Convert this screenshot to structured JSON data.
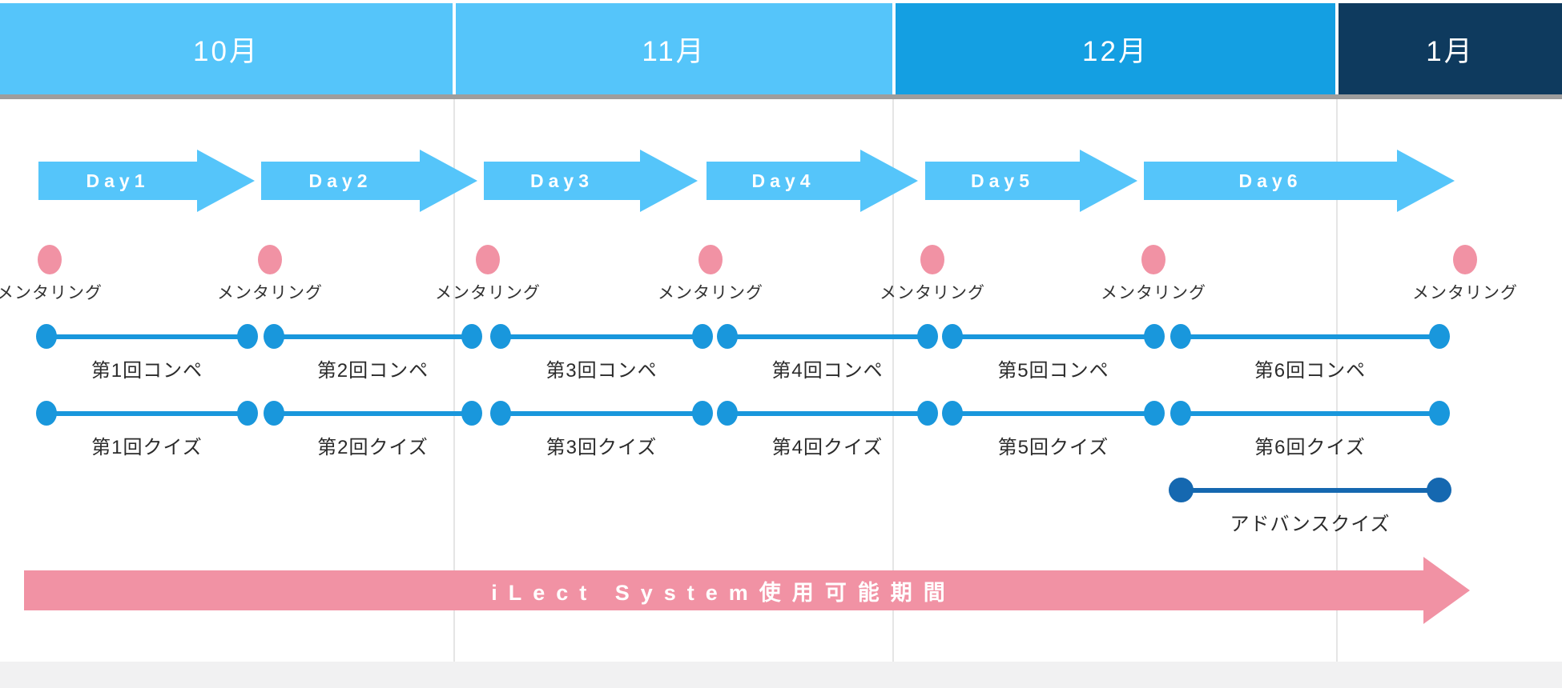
{
  "header": {
    "months": [
      "10月",
      "11月",
      "12月",
      "1月"
    ]
  },
  "days": [
    "Day1",
    "Day2",
    "Day3",
    "Day4",
    "Day5",
    "Day6"
  ],
  "mentoring": {
    "label": "メンタリング",
    "count": 7
  },
  "rows": {
    "competition": {
      "items": [
        "第1回コンペ",
        "第2回コンペ",
        "第3回コンペ",
        "第4回コンペ",
        "第5回コンペ",
        "第6回コンペ"
      ]
    },
    "quiz": {
      "items": [
        "第1回クイズ",
        "第2回クイズ",
        "第3回クイズ",
        "第4回クイズ",
        "第5回クイズ",
        "第6回クイズ"
      ]
    },
    "advanced": {
      "label": "アドバンスクイズ"
    }
  },
  "banner": {
    "label": "iLect System使用可能期間"
  },
  "colors": {
    "month_light_blue": "#55C5FA",
    "month_december_blue": "#149FE2",
    "month_january_navy": "#0E3A5E",
    "day_arrow_blue": "#55C5FA",
    "timeline_blue": "#1997DC",
    "advanced_quiz_blue": "#1568B0",
    "mentoring_pink": "#F192A4",
    "banner_pink": "#F192A4",
    "header_shadow_gray": "#9d9d9d",
    "gridline_gray": "#e5e5e5"
  }
}
